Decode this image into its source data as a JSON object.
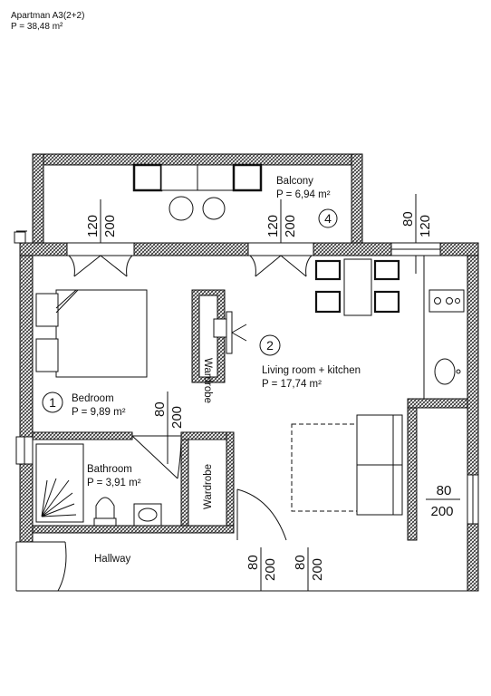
{
  "header": {
    "title": "Apartman A3(2+2)",
    "area": "P = 38,48 m²"
  },
  "rooms": {
    "bedroom": {
      "number": "1",
      "name": "Bedroom",
      "area": "P = 9,89 m²"
    },
    "living": {
      "number": "2",
      "name": "Living room + kitchen",
      "area": "P = 17,74 m²"
    },
    "balcony": {
      "number": "4",
      "name": "Balcony",
      "area": "P = 6,94 m²"
    },
    "bathroom": {
      "name": "Bathroom",
      "area": "P = 3,91 m²"
    },
    "hallway": {
      "name": "Hallway"
    },
    "wardrobe_a": {
      "name": "Wardrobe"
    },
    "wardrobe_b": {
      "name": "Wardrobe"
    }
  },
  "openings": {
    "balcony_door_left": {
      "width": "120",
      "height": "200"
    },
    "balcony_door_right": {
      "width": "120",
      "height": "200"
    },
    "window_top_right": {
      "width": "80",
      "height": "120"
    },
    "bedroom_door": {
      "width": "80",
      "height": "200"
    },
    "bathroom_door": {
      "width": "80",
      "height": "200"
    },
    "entrance_door": {
      "width": "80",
      "height": "200"
    },
    "hall_door": {
      "width": "80",
      "height": "200"
    }
  },
  "colors": {
    "wall_fill": "#ffffff",
    "wall_hatch": "#222222",
    "line": "#111111"
  }
}
